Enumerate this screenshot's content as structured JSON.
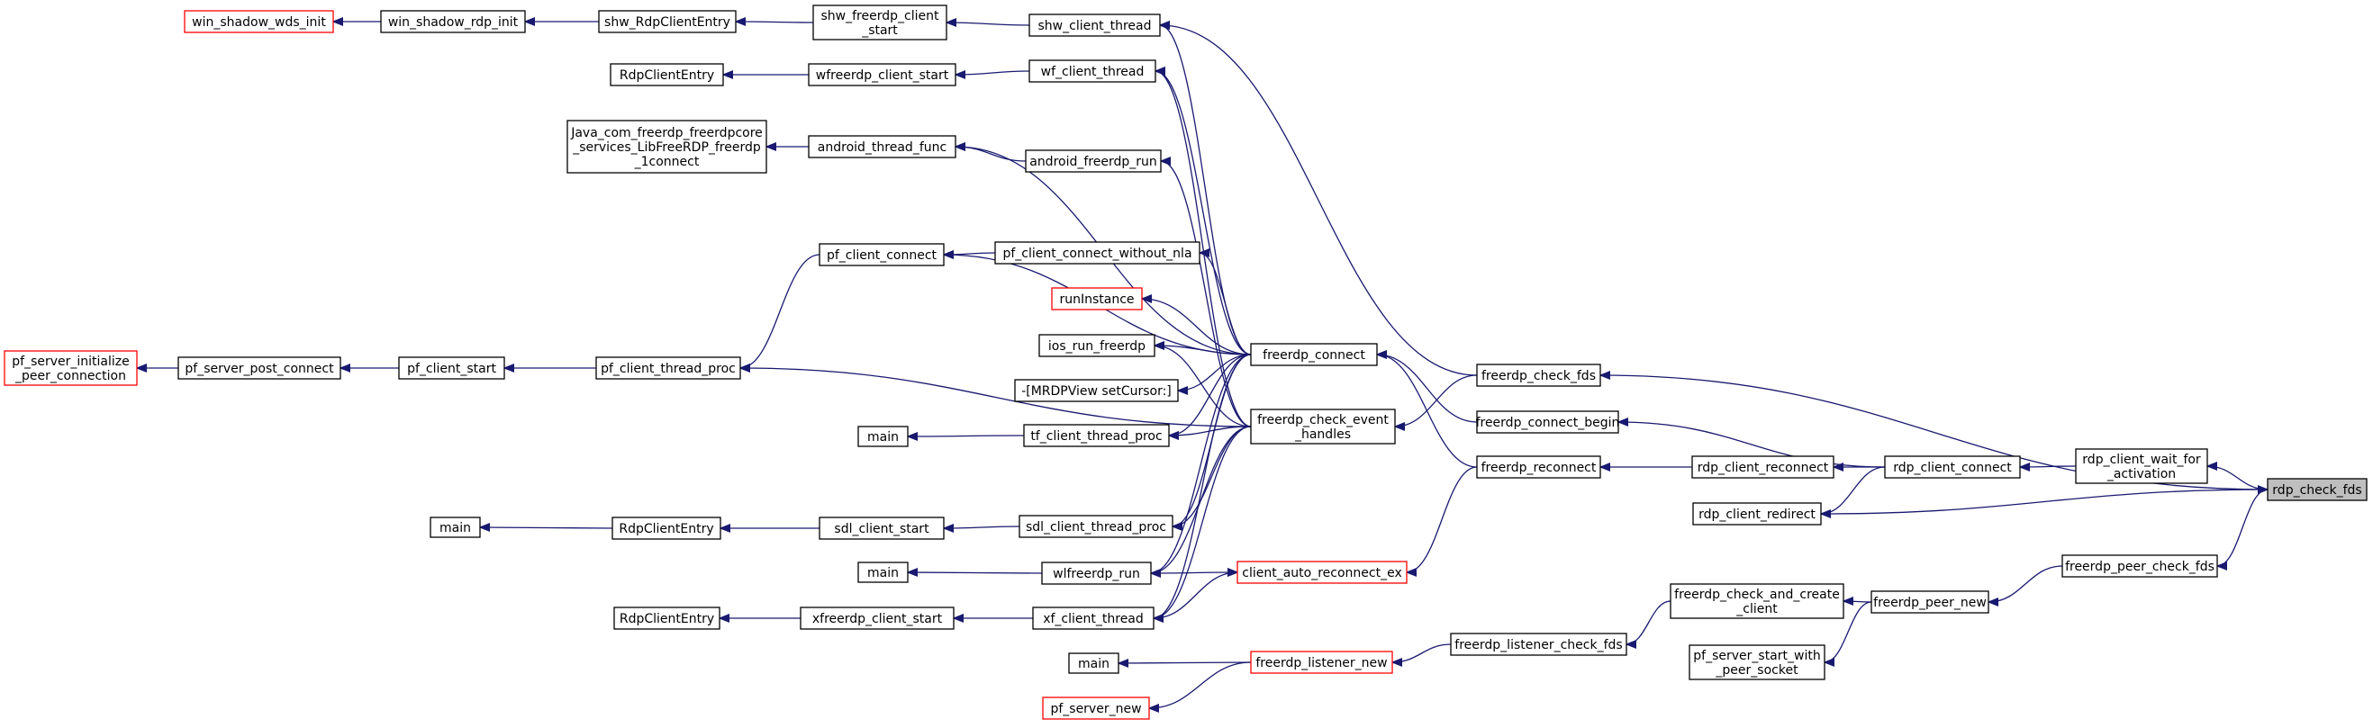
{
  "graph": {
    "nodes": [
      {
        "id": "rdp_check_fds",
        "lines": [
          "rdp_check_fds"
        ],
        "style": "highlight"
      },
      {
        "id": "freerdp_check_fds",
        "lines": [
          "freerdp_check_fds"
        ],
        "style": "normal"
      },
      {
        "id": "rdp_client_wait_for_activation",
        "lines": [
          "rdp_client_wait_for",
          "_activation"
        ],
        "style": "normal"
      },
      {
        "id": "rdp_client_redirect",
        "lines": [
          "rdp_client_redirect"
        ],
        "style": "normal"
      },
      {
        "id": "freerdp_peer_check_fds",
        "lines": [
          "freerdp_peer_check_fds"
        ],
        "style": "normal"
      },
      {
        "id": "shw_client_thread",
        "lines": [
          "shw_client_thread"
        ],
        "style": "normal"
      },
      {
        "id": "freerdp_connect",
        "lines": [
          "freerdp_connect"
        ],
        "style": "normal"
      },
      {
        "id": "freerdp_check_event_handles",
        "lines": [
          "freerdp_check_event",
          "_handles"
        ],
        "style": "normal"
      },
      {
        "id": "rdp_client_connect",
        "lines": [
          "rdp_client_connect"
        ],
        "style": "normal"
      },
      {
        "id": "freerdp_connect_begin",
        "lines": [
          "freerdp_connect_begin"
        ],
        "style": "normal"
      },
      {
        "id": "rdp_client_reconnect",
        "lines": [
          "rdp_client_reconnect"
        ],
        "style": "normal"
      },
      {
        "id": "freerdp_reconnect",
        "lines": [
          "freerdp_reconnect"
        ],
        "style": "normal"
      },
      {
        "id": "client_auto_reconnect_ex",
        "lines": [
          "client_auto_reconnect_ex"
        ],
        "style": "red"
      },
      {
        "id": "freerdp_peer_new",
        "lines": [
          "freerdp_peer_new"
        ],
        "style": "normal"
      },
      {
        "id": "freerdp_check_and_create_client",
        "lines": [
          "freerdp_check_and_create",
          "_client"
        ],
        "style": "normal"
      },
      {
        "id": "pf_server_start_with_peer_socket",
        "lines": [
          "pf_server_start_with",
          "_peer_socket"
        ],
        "style": "normal"
      },
      {
        "id": "freerdp_listener_check_fds",
        "lines": [
          "freerdp_listener_check_fds"
        ],
        "style": "normal"
      },
      {
        "id": "freerdp_listener_new",
        "lines": [
          "freerdp_listener_new"
        ],
        "style": "red"
      },
      {
        "id": "main_listener",
        "lines": [
          "main"
        ],
        "style": "normal"
      },
      {
        "id": "pf_server_new",
        "lines": [
          "pf_server_new"
        ],
        "style": "red"
      },
      {
        "id": "shw_freerdp_client_start",
        "lines": [
          "shw_freerdp_client",
          "_start"
        ],
        "style": "normal"
      },
      {
        "id": "shw_RdpClientEntry",
        "lines": [
          "shw_RdpClientEntry"
        ],
        "style": "normal"
      },
      {
        "id": "win_shadow_rdp_init",
        "lines": [
          "win_shadow_rdp_init"
        ],
        "style": "normal"
      },
      {
        "id": "win_shadow_wds_init",
        "lines": [
          "win_shadow_wds_init"
        ],
        "style": "red"
      },
      {
        "id": "wf_client_thread",
        "lines": [
          "wf_client_thread"
        ],
        "style": "normal"
      },
      {
        "id": "wfreerdp_client_start",
        "lines": [
          "wfreerdp_client_start"
        ],
        "style": "normal"
      },
      {
        "id": "RdpClientEntry_wf",
        "lines": [
          "RdpClientEntry"
        ],
        "style": "normal"
      },
      {
        "id": "android_freerdp_run",
        "lines": [
          "android_freerdp_run"
        ],
        "style": "normal"
      },
      {
        "id": "android_thread_func",
        "lines": [
          "android_thread_func"
        ],
        "style": "normal"
      },
      {
        "id": "java_connect",
        "lines": [
          "Java_com_freerdp_freerdpcore",
          "_services_LibFreeRDP_freerdp",
          "_1connect"
        ],
        "style": "normal"
      },
      {
        "id": "pf_client_connect_without_nla",
        "lines": [
          "pf_client_connect_without_nla"
        ],
        "style": "normal"
      },
      {
        "id": "pf_client_connect",
        "lines": [
          "pf_client_connect"
        ],
        "style": "normal"
      },
      {
        "id": "runInstance",
        "lines": [
          "runInstance"
        ],
        "style": "red"
      },
      {
        "id": "ios_run_freerdp",
        "lines": [
          "ios_run_freerdp"
        ],
        "style": "normal"
      },
      {
        "id": "mrdpview_setcursor",
        "lines": [
          "-[MRDPView setCursor:]"
        ],
        "style": "normal"
      },
      {
        "id": "pf_client_thread_proc",
        "lines": [
          "pf_client_thread_proc"
        ],
        "style": "normal"
      },
      {
        "id": "pf_client_start",
        "lines": [
          "pf_client_start"
        ],
        "style": "normal"
      },
      {
        "id": "pf_server_post_connect",
        "lines": [
          "pf_server_post_connect"
        ],
        "style": "normal"
      },
      {
        "id": "pf_server_initialize_peer_connection",
        "lines": [
          "pf_server_initialize",
          "_peer_connection"
        ],
        "style": "red"
      },
      {
        "id": "tf_client_thread_proc",
        "lines": [
          "tf_client_thread_proc"
        ],
        "style": "normal"
      },
      {
        "id": "main_tf",
        "lines": [
          "main"
        ],
        "style": "normal"
      },
      {
        "id": "sdl_client_thread_proc",
        "lines": [
          "sdl_client_thread_proc"
        ],
        "style": "normal"
      },
      {
        "id": "sdl_client_start",
        "lines": [
          "sdl_client_start"
        ],
        "style": "normal"
      },
      {
        "id": "RdpClientEntry_sdl",
        "lines": [
          "RdpClientEntry"
        ],
        "style": "normal"
      },
      {
        "id": "main_sdl",
        "lines": [
          "main"
        ],
        "style": "normal"
      },
      {
        "id": "wlfreerdp_run",
        "lines": [
          "wlfreerdp_run"
        ],
        "style": "normal"
      },
      {
        "id": "main_wl",
        "lines": [
          "main"
        ],
        "style": "normal"
      },
      {
        "id": "xf_client_thread",
        "lines": [
          "xf_client_thread"
        ],
        "style": "normal"
      },
      {
        "id": "xfreerdp_client_start",
        "lines": [
          "xfreerdp_client_start"
        ],
        "style": "normal"
      },
      {
        "id": "RdpClientEntry_xf",
        "lines": [
          "RdpClientEntry"
        ],
        "style": "normal"
      }
    ],
    "edges": [
      [
        "freerdp_check_fds",
        "rdp_check_fds"
      ],
      [
        "rdp_client_wait_for_activation",
        "rdp_check_fds"
      ],
      [
        "rdp_check_fds",
        "rdp_client_redirect"
      ],
      [
        "freerdp_peer_check_fds",
        "rdp_check_fds"
      ],
      [
        "shw_client_thread",
        "freerdp_check_fds"
      ],
      [
        "freerdp_check_event_handles",
        "freerdp_check_fds"
      ],
      [
        "rdp_client_connect",
        "rdp_client_wait_for_activation"
      ],
      [
        "freerdp_connect_begin",
        "rdp_client_connect"
      ],
      [
        "rdp_client_reconnect",
        "rdp_client_connect"
      ],
      [
        "rdp_client_redirect",
        "rdp_client_connect"
      ],
      [
        "freerdp_connect",
        "freerdp_connect_begin"
      ],
      [
        "freerdp_reconnect",
        "rdp_client_reconnect"
      ],
      [
        "freerdp_connect",
        "freerdp_reconnect"
      ],
      [
        "client_auto_reconnect_ex",
        "freerdp_reconnect"
      ],
      [
        "freerdp_peer_new",
        "freerdp_peer_check_fds"
      ],
      [
        "freerdp_check_and_create_client",
        "freerdp_peer_new"
      ],
      [
        "pf_server_start_with_peer_socket",
        "freerdp_peer_new"
      ],
      [
        "freerdp_listener_check_fds",
        "freerdp_check_and_create_client"
      ],
      [
        "freerdp_listener_new",
        "freerdp_listener_check_fds"
      ],
      [
        "main_listener",
        "freerdp_listener_new"
      ],
      [
        "pf_server_new",
        "freerdp_listener_new"
      ],
      [
        "shw_freerdp_client_start",
        "shw_client_thread"
      ],
      [
        "shw_RdpClientEntry",
        "shw_freerdp_client_start"
      ],
      [
        "win_shadow_rdp_init",
        "shw_RdpClientEntry"
      ],
      [
        "win_shadow_wds_init",
        "win_shadow_rdp_init"
      ],
      [
        "shw_client_thread",
        "freerdp_connect"
      ],
      [
        "wfreerdp_client_start",
        "wf_client_thread"
      ],
      [
        "RdpClientEntry_wf",
        "wfreerdp_client_start"
      ],
      [
        "wf_client_thread",
        "freerdp_connect"
      ],
      [
        "wf_client_thread",
        "freerdp_check_event_handles"
      ],
      [
        "android_thread_func",
        "android_freerdp_run"
      ],
      [
        "java_connect",
        "android_thread_func"
      ],
      [
        "android_thread_func",
        "freerdp_connect"
      ],
      [
        "android_freerdp_run",
        "freerdp_check_event_handles"
      ],
      [
        "pf_client_connect",
        "pf_client_connect_without_nla"
      ],
      [
        "pf_client_connect",
        "freerdp_connect"
      ],
      [
        "pf_client_connect_without_nla",
        "freerdp_connect"
      ],
      [
        "pf_client_thread_proc",
        "pf_client_connect"
      ],
      [
        "runInstance",
        "freerdp_connect"
      ],
      [
        "ios_run_freerdp",
        "freerdp_check_event_handles"
      ],
      [
        "ios_run_freerdp",
        "freerdp_connect"
      ],
      [
        "mrdpview_setcursor",
        "freerdp_connect"
      ],
      [
        "pf_client_thread_proc",
        "freerdp_check_event_handles"
      ],
      [
        "pf_client_start",
        "pf_client_thread_proc"
      ],
      [
        "pf_server_post_connect",
        "pf_client_start"
      ],
      [
        "pf_server_initialize_peer_connection",
        "pf_server_post_connect"
      ],
      [
        "tf_client_thread_proc",
        "freerdp_connect"
      ],
      [
        "tf_client_thread_proc",
        "freerdp_check_event_handles"
      ],
      [
        "main_tf",
        "tf_client_thread_proc"
      ],
      [
        "sdl_client_thread_proc",
        "freerdp_connect"
      ],
      [
        "sdl_client_thread_proc",
        "freerdp_check_event_handles"
      ],
      [
        "sdl_client_start",
        "sdl_client_thread_proc"
      ],
      [
        "RdpClientEntry_sdl",
        "sdl_client_start"
      ],
      [
        "main_sdl",
        "RdpClientEntry_sdl"
      ],
      [
        "wlfreerdp_run",
        "freerdp_connect"
      ],
      [
        "wlfreerdp_run",
        "freerdp_check_event_handles"
      ],
      [
        "client_auto_reconnect_ex",
        "wlfreerdp_run"
      ],
      [
        "main_wl",
        "wlfreerdp_run"
      ],
      [
        "xf_client_thread",
        "freerdp_connect"
      ],
      [
        "xf_client_thread",
        "freerdp_check_event_handles"
      ],
      [
        "client_auto_reconnect_ex",
        "xf_client_thread"
      ],
      [
        "xfreerdp_client_start",
        "xf_client_thread"
      ],
      [
        "RdpClientEntry_xf",
        "xfreerdp_client_start"
      ]
    ]
  }
}
